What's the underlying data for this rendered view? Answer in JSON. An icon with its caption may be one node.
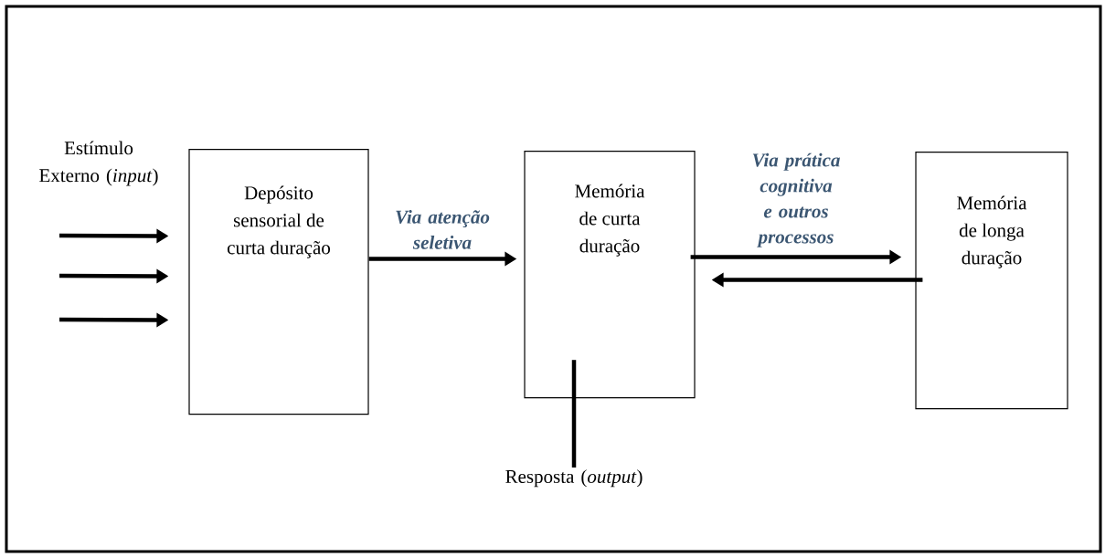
{
  "diagram": {
    "nodes": [
      {
        "text": [
          "Depósito sensorial de curta duração"
        ]
      },
      {
        "text": [
          "Memória de curta duração"
        ]
      },
      {
        "text": [
          "Memória de longa duração"
        ]
      },
      {
        "text": [
          "Resposta (*output*)"
        ]
      }
    ],
    "edges": [
      {
        "from": null,
        "to": 0,
        "arrow": "to"
      },
      {
        "from": null,
        "to": 0,
        "arrow": "to"
      },
      {
        "from": null,
        "to": 0,
        "arrow": "to"
      },
      {
        "from": 0,
        "to": 1,
        "arrow": "to",
        "label": "Via atenção seletiva"
      },
      {
        "from": 1,
        "to": 2,
        "arrow": "to",
        "label": "Via prática cognitiva e outros processos"
      },
      {
        "from": 2,
        "to": 1,
        "arrow": "to"
      },
      {
        "from": 1,
        "to": 3,
        "arrow": "none"
      }
    ],
    "labels": [
      "Estímulo Externo (*input*)"
    ]
  }
}
